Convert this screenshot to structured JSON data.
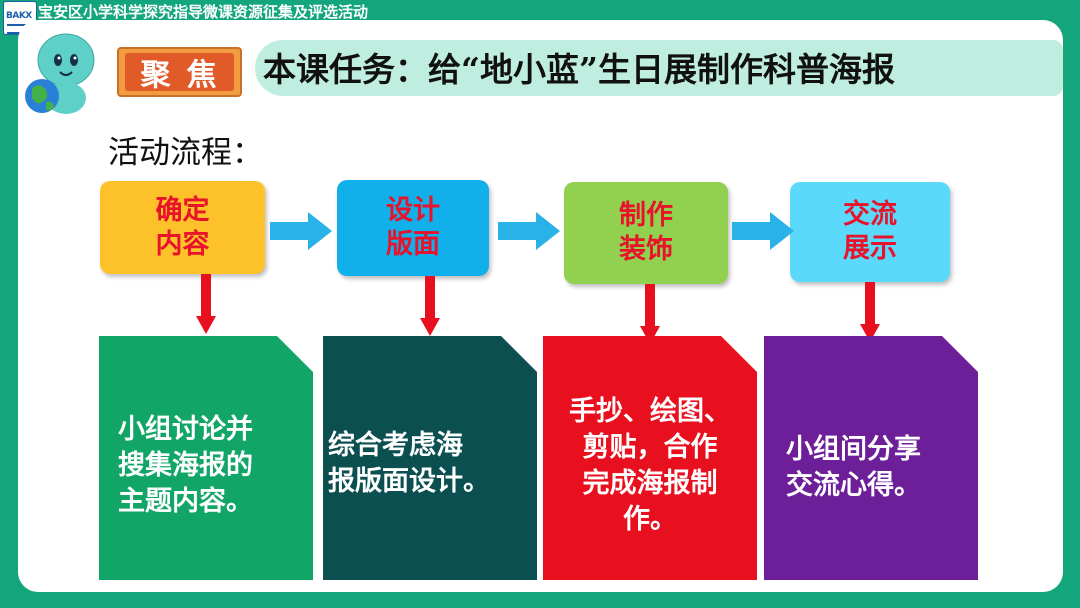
{
  "header": {
    "logo_text": "BAKX",
    "title": "宝安区小学科学探究指导微课资源征集及评选活动"
  },
  "focus": {
    "tag": "聚焦",
    "task": "本课任务：给“地小蓝”生日展制作科普海报"
  },
  "flow": {
    "label": "活动流程：",
    "steps": [
      {
        "label": "确定\n内容",
        "color": "#fdc12a"
      },
      {
        "label": "设计\n版面",
        "color": "#11b0eb"
      },
      {
        "label": "制作\n装饰",
        "color": "#92d04f"
      },
      {
        "label": "交流\n展示",
        "color": "#5ad9fb"
      }
    ],
    "cards": [
      {
        "text": "小组讨论并\n搜集海报的\n主题内容。",
        "color": "#12a568"
      },
      {
        "text": "综合考虑海\n报版面设计。",
        "color": "#0b4f51"
      },
      {
        "text": "手抄、绘图、\n剪贴，合作\n完成海报制\n作。",
        "color": "#e8101e"
      },
      {
        "text": "小组间分享\n交流心得。",
        "color": "#6d1f9a"
      }
    ],
    "arrow_color_h": "#29b2e7",
    "arrow_color_v": "#e8101e"
  }
}
